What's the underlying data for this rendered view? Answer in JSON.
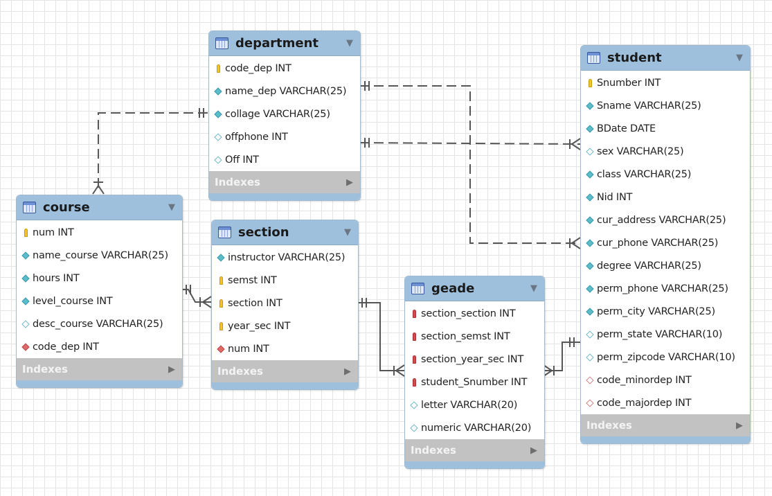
{
  "entities": {
    "department": {
      "title": "department",
      "columns": [
        {
          "label": "code_dep INT",
          "icon": "pk"
        },
        {
          "label": "name_dep VARCHAR(25)",
          "icon": "nn"
        },
        {
          "label": "collage VARCHAR(25)",
          "icon": "nn"
        },
        {
          "label": "offphone INT",
          "icon": "col"
        },
        {
          "label": "Off INT",
          "icon": "col"
        }
      ],
      "indexes": "Indexes"
    },
    "course": {
      "title": "course",
      "columns": [
        {
          "label": "num INT",
          "icon": "pk"
        },
        {
          "label": "name_course VARCHAR(25)",
          "icon": "nn"
        },
        {
          "label": "hours INT",
          "icon": "nn"
        },
        {
          "label": "level_course INT",
          "icon": "nn"
        },
        {
          "label": "desc_course VARCHAR(25)",
          "icon": "col"
        },
        {
          "label": "code_dep INT",
          "icon": "fk"
        }
      ],
      "indexes": "Indexes"
    },
    "section": {
      "title": "section",
      "columns": [
        {
          "label": "instructor VARCHAR(25)",
          "icon": "nn"
        },
        {
          "label": "semst INT",
          "icon": "pk"
        },
        {
          "label": "section INT",
          "icon": "pk"
        },
        {
          "label": "year_sec INT",
          "icon": "pk"
        },
        {
          "label": "num INT",
          "icon": "fk"
        }
      ],
      "indexes": "Indexes"
    },
    "geade": {
      "title": "geade",
      "columns": [
        {
          "label": "section_section INT",
          "icon": "pkfk"
        },
        {
          "label": "section_semst INT",
          "icon": "pkfk"
        },
        {
          "label": "section_year_sec INT",
          "icon": "pkfk"
        },
        {
          "label": "student_Snumber INT",
          "icon": "pkfk"
        },
        {
          "label": "letter VARCHAR(20)",
          "icon": "col"
        },
        {
          "label": "numeric VARCHAR(20)",
          "icon": "col"
        }
      ],
      "indexes": "Indexes"
    },
    "student": {
      "title": "student",
      "columns": [
        {
          "label": "Snumber INT",
          "icon": "pk"
        },
        {
          "label": "Sname VARCHAR(25)",
          "icon": "nn"
        },
        {
          "label": "BDate DATE",
          "icon": "nn"
        },
        {
          "label": "sex VARCHAR(25)",
          "icon": "col"
        },
        {
          "label": "class VARCHAR(25)",
          "icon": "nn"
        },
        {
          "label": "Nid INT",
          "icon": "nn"
        },
        {
          "label": "cur_address VARCHAR(25)",
          "icon": "nn"
        },
        {
          "label": "cur_phone VARCHAR(25)",
          "icon": "nn"
        },
        {
          "label": "degree VARCHAR(25)",
          "icon": "nn"
        },
        {
          "label": "perm_phone VARCHAR(25)",
          "icon": "nn"
        },
        {
          "label": "perm_city VARCHAR(25)",
          "icon": "nn"
        },
        {
          "label": "perm_state VARCHAR(10)",
          "icon": "col"
        },
        {
          "label": "perm_zipcode VARCHAR(10)",
          "icon": "col"
        },
        {
          "label": "code_minordep INT",
          "icon": "fkopen"
        },
        {
          "label": "code_majordep INT",
          "icon": "fkopen"
        }
      ],
      "indexes": "Indexes"
    }
  },
  "collapse_glyph": "▼",
  "expand_glyph": "▶"
}
